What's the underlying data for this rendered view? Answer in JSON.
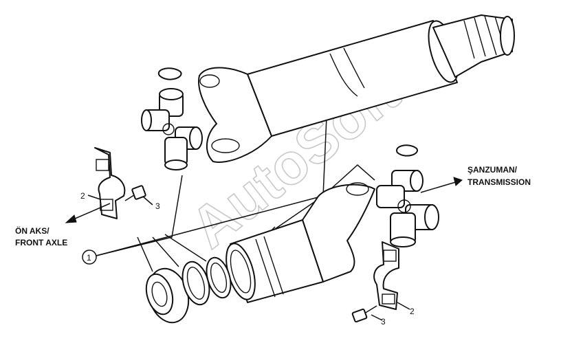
{
  "watermark": "AutoSoft",
  "callouts": {
    "front_axle_tr": "ÖN AKS/",
    "front_axle_en": "FRONT AXLE",
    "transmission_tr": "ŞANZUMAN/",
    "transmission_en": "TRANSMISSION",
    "ref_circle": "1",
    "strap_left": "2",
    "bolt_left": "3",
    "strap_right": "2",
    "bolt_right": "3"
  }
}
